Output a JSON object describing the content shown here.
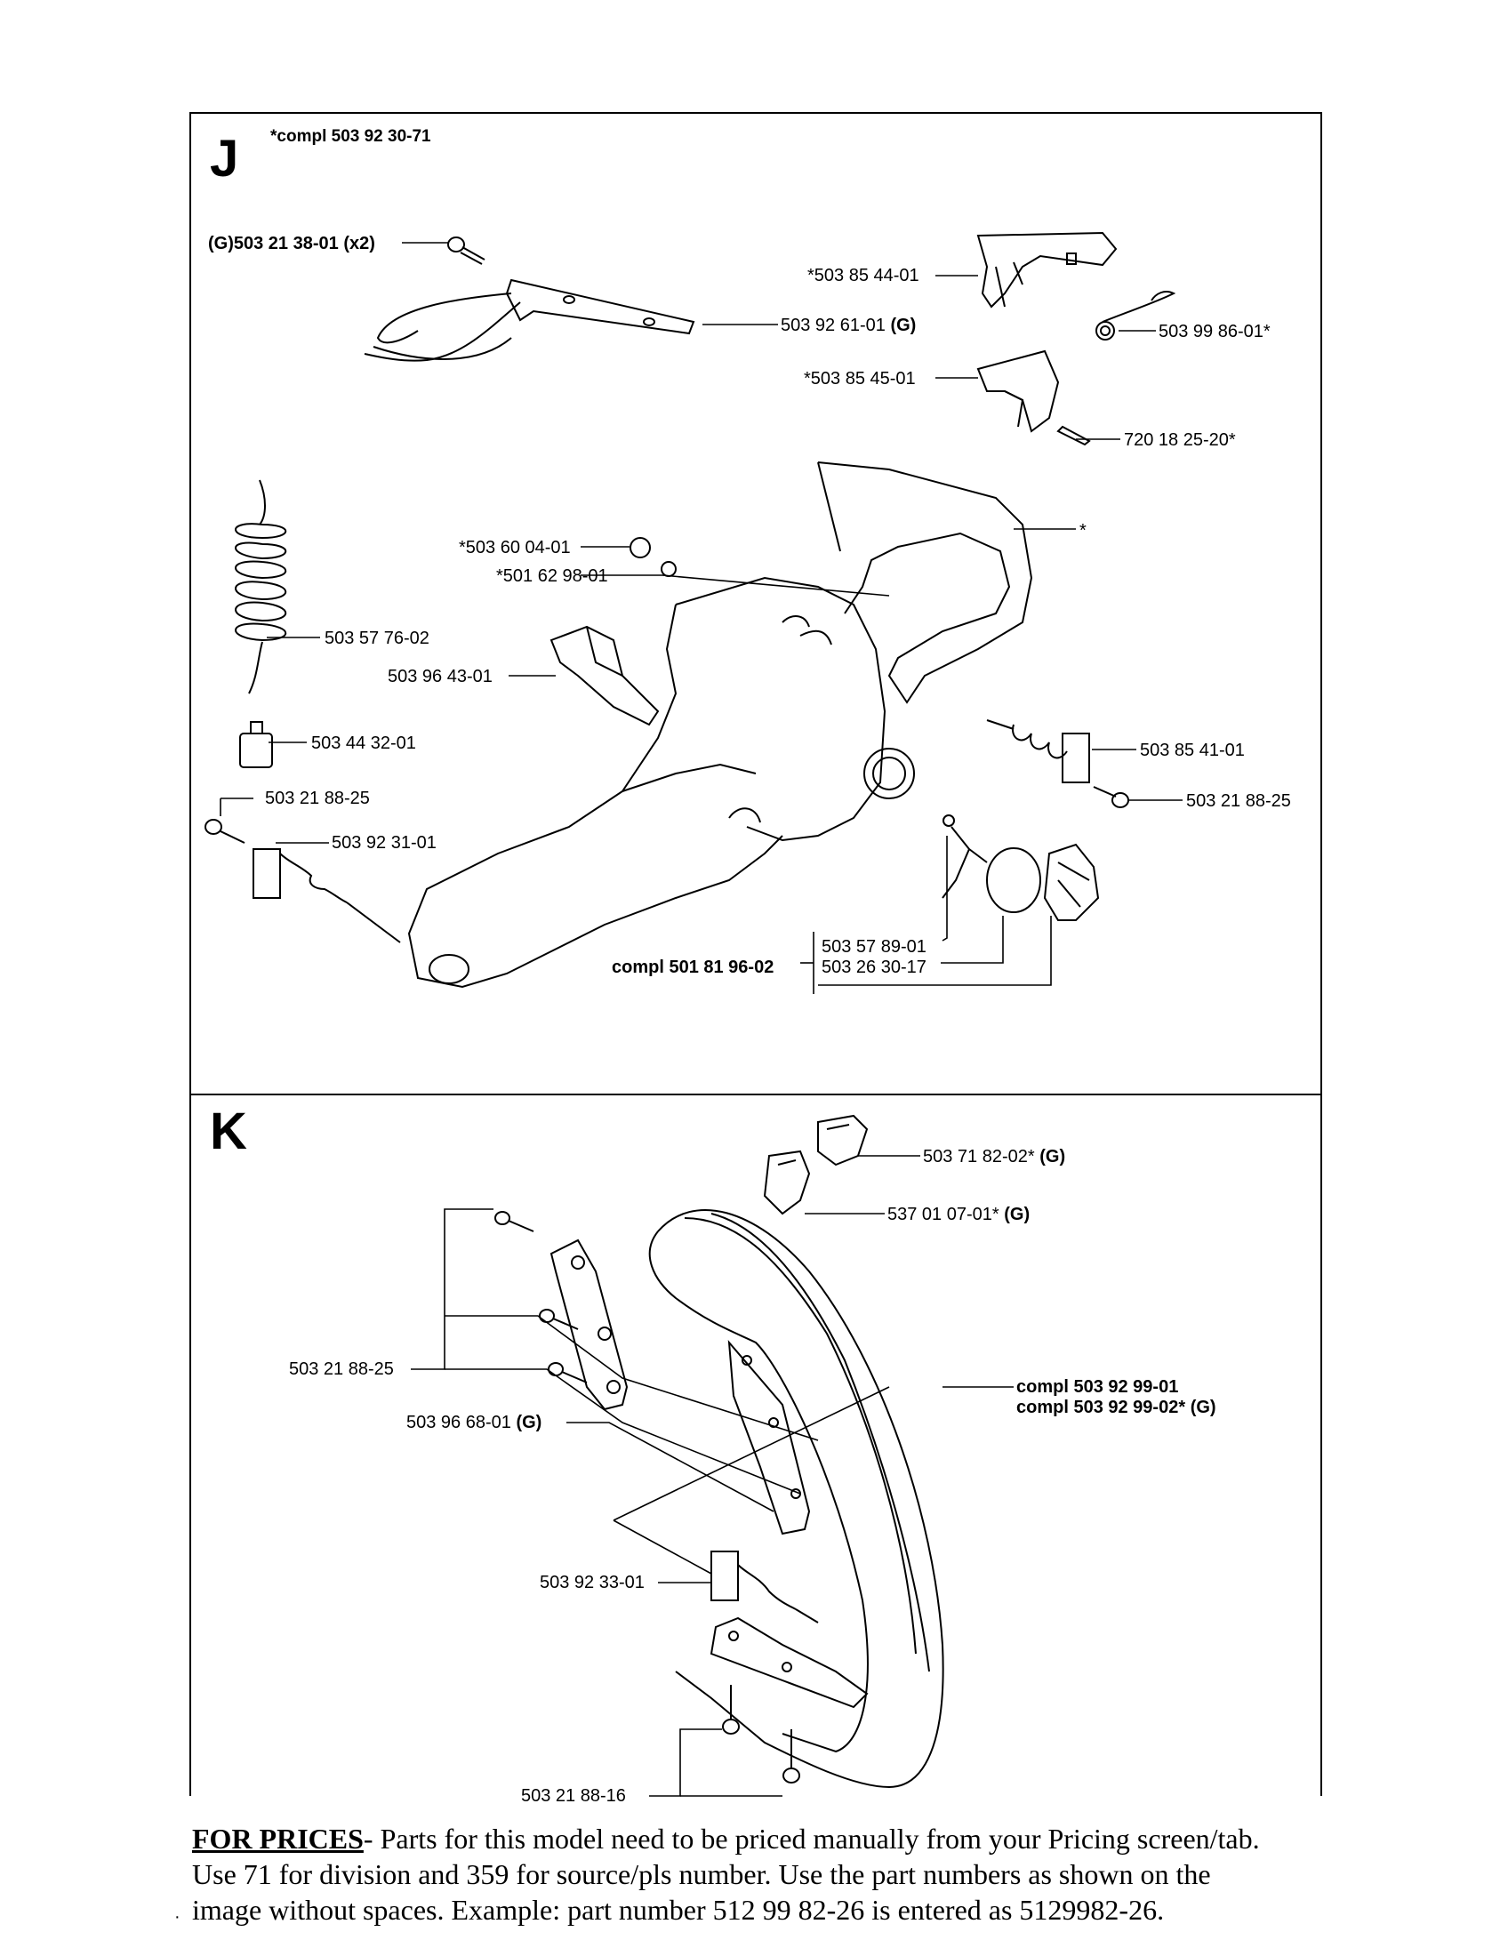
{
  "section_j": {
    "letter": "J",
    "header_note": "*compl 503 92 30-71",
    "labels": {
      "throttle_bolt_prefix": "(G)503 21 38-01 ",
      "throttle_bolt_qty": "(x2)",
      "plate": "503 92 61-01 ",
      "plate_suffix": "(G)",
      "trigger_upper": "*503 85 44-01",
      "spring_small": "503 99 86-01*",
      "trigger_lower": "*503 85 45-01",
      "pin": "720 18 25-20*",
      "handle_star": "*",
      "knob": "*503 60 04-01",
      "nut": "*501 62 98-01",
      "hose": "503 57 76-02",
      "bracket": "503 96 43-01",
      "filter": "503 44 32-01",
      "screw_left": "503 21 88-25",
      "av_left": "503 92 31-01",
      "av_right": "503 85 41-01",
      "screw_right": "503 21 88-25",
      "cap_part1": "503 57 89-01",
      "cap_part2": "503 26 30-17",
      "cap_compl": "compl 501 81 96-02"
    }
  },
  "section_k": {
    "letter": "K",
    "labels": {
      "switch_upper": "503 71 82-02* ",
      "switch_upper_suffix": "(G)",
      "switch_lower": "537 01 07-01* ",
      "switch_lower_suffix": "(G)",
      "screws": "503 21 88-25",
      "plate": "503 96 68-01 ",
      "plate_suffix": "(G)",
      "handle1": "compl 503 92 99-01",
      "handle2": "compl 503 92 99-02* ",
      "handle2_suffix": "(G)",
      "av_element": "503 92 33-01",
      "bottom_screws": "503 21 88-16"
    }
  },
  "footer": {
    "heading": "FOR PRICES",
    "line1_rest": "- Parts for this model need to be priced manually from your Pricing screen/tab.",
    "line2": "Use 71 for division and 359 for source/pls number.  Use the part numbers as shown on the",
    "line3": "image without spaces.  Example: part number 512 99 82-26 is entered as 5129982-26."
  }
}
